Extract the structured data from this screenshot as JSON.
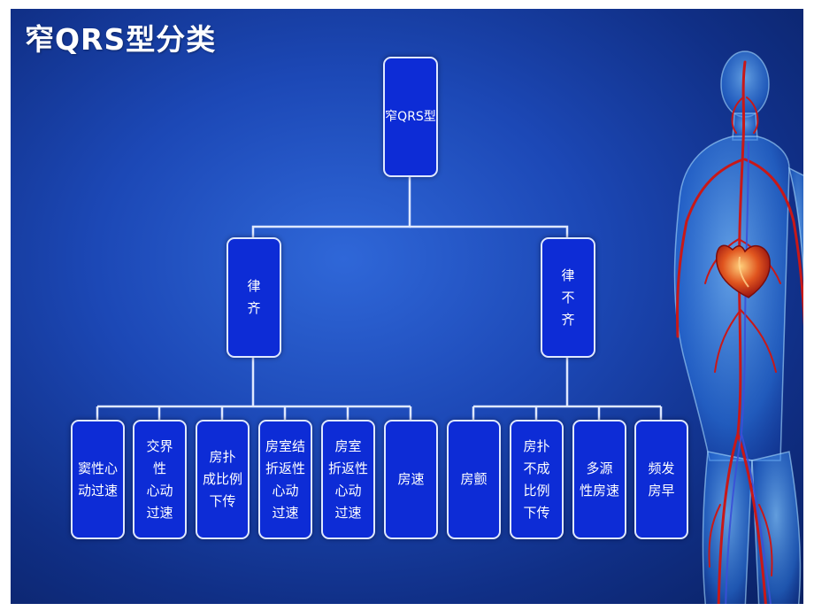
{
  "title": "窄QRS型分类",
  "diagram": {
    "root": "窄QRS型",
    "branches": [
      {
        "label": "律\n齐",
        "children": [
          "窦性心\n动过速",
          "交界\n性\n心动\n过速",
          "房扑\n成比例\n下传",
          "房室结\n折返性\n心动\n过速",
          "房室\n折返性\n心动\n过速",
          "房速"
        ]
      },
      {
        "label": "律\n不\n齐",
        "children": [
          "房颤",
          "房扑\n不成\n比例\n下传",
          "多源\n性房速",
          "频发\n房早"
        ]
      }
    ]
  },
  "colors": {
    "background": "#1c48b6",
    "box_fill": "#0d2cd6",
    "box_border": "#dfe8ff",
    "connector": "#dfe8ff",
    "artery": "#c81818"
  },
  "decorations": [
    "human-anatomy-figure",
    "heart-icon"
  ]
}
